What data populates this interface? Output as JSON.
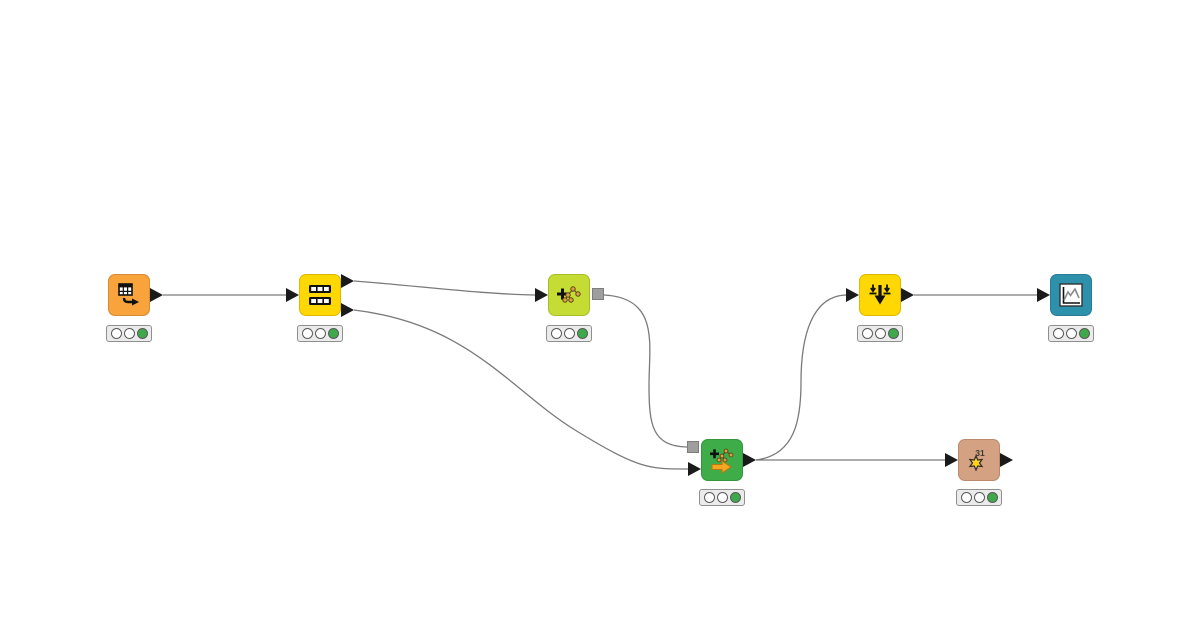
{
  "app": "workflow-editor",
  "canvas": {
    "background": "#ffffff",
    "wire_color": "#7a7a7a"
  },
  "nodes": {
    "table-creator": {
      "icon": "table-creator-icon",
      "color": "#F8A33B",
      "status": "executed"
    },
    "partitioning": {
      "icon": "partitioning-icon",
      "color": "#FFD803",
      "status": "executed"
    },
    "decision-tree-learner": {
      "icon": "decision-tree-learner-icon",
      "color": "#C4DC34",
      "status": "executed"
    },
    "decision-tree-predictor": {
      "icon": "decision-tree-predictor-icon",
      "color": "#3EAD49",
      "status": "executed"
    },
    "sorter": {
      "icon": "sorter-icon",
      "color": "#FFD803",
      "status": "executed"
    },
    "line-plot": {
      "icon": "line-plot-icon",
      "color": "#2E91AC",
      "status": "executed"
    },
    "scorer": {
      "icon": "scorer-icon",
      "color": "#D5A183",
      "status": "executed",
      "icon_text": "31"
    }
  },
  "connections": [
    {
      "from": "table-creator",
      "from_port": "data-out",
      "to": "partitioning",
      "to_port": "data-in"
    },
    {
      "from": "partitioning",
      "from_port": "data-out-1",
      "to": "decision-tree-learner",
      "to_port": "data-in"
    },
    {
      "from": "partitioning",
      "from_port": "data-out-2",
      "to": "decision-tree-predictor",
      "to_port": "data-in"
    },
    {
      "from": "decision-tree-learner",
      "from_port": "model-out",
      "to": "decision-tree-predictor",
      "to_port": "model-in"
    },
    {
      "from": "decision-tree-predictor",
      "from_port": "data-out",
      "to": "sorter",
      "to_port": "data-in"
    },
    {
      "from": "decision-tree-predictor",
      "from_port": "data-out",
      "to": "scorer",
      "to_port": "data-in"
    },
    {
      "from": "sorter",
      "from_port": "data-out",
      "to": "line-plot",
      "to_port": "data-in"
    }
  ],
  "status_light": {
    "executed_color": "#3DA94B",
    "inactive_color": "#ffffff"
  }
}
